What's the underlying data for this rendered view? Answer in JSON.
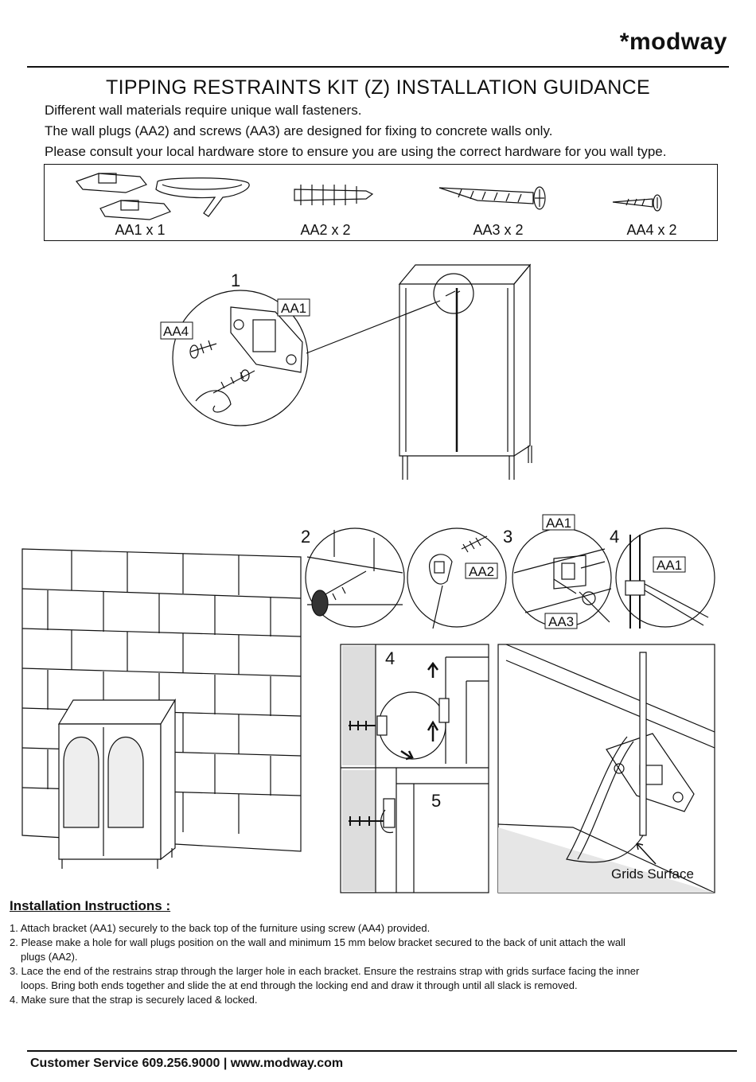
{
  "brand": {
    "logo_text": "*modway"
  },
  "title": "TIPPING RESTRAINTS KIT (Z) INSTALLATION GUIDANCE",
  "intro_lines": [
    "Different wall materials require unique wall fasteners.",
    "The wall plugs (AA2) and screws (AA3) are designed for fixing to concrete walls only.",
    "Please consult your local hardware store to ensure you are using the correct hardware for you wall type."
  ],
  "parts": [
    {
      "label": "AA1 x 1",
      "icon": "bracket-and-strap-icon"
    },
    {
      "label": "AA2 x 2",
      "icon": "wall-plug-icon"
    },
    {
      "label": "AA3 x 2",
      "icon": "wall-screw-icon"
    },
    {
      "label": "AA4 x 2",
      "icon": "small-screw-icon"
    }
  ],
  "diagram": {
    "step1": {
      "number": "1",
      "callout_aa1": "AA1",
      "callout_aa4": "AA4"
    },
    "step2": {
      "number": "2"
    },
    "step3": {
      "number": "3",
      "callout_aa1": "AA1",
      "callout_aa2": "AA2",
      "callout_aa3": "AA3"
    },
    "step4": {
      "number": "4",
      "callout_aa1": "AA1"
    },
    "side_step4": "4",
    "side_step5": "5",
    "grids_label": "Grids Surface"
  },
  "instructions": {
    "heading": "Installation Instructions :",
    "items": [
      {
        "line1": "1. Attach bracket (AA1) securely to the back top of the furniture using screw (AA4) provided.",
        "line2": ""
      },
      {
        "line1": "2. Please make a hole for wall plugs position on the wall and minimum 15 mm below bracket secured to the back of unit attach the wall",
        "line2": "plugs (AA2)."
      },
      {
        "line1": "3. Lace the end of the restrains strap through the larger hole in each bracket. Ensure the restrains strap with grids surface facing the inner",
        "line2": "loops. Bring both ends together and slide the at end through the locking end and draw it through until all slack is removed."
      },
      {
        "line1": "4. Make sure that the strap is securely laced & locked.",
        "line2": ""
      }
    ]
  },
  "footer": "Customer Service 609.256.9000 | www.modway.com"
}
